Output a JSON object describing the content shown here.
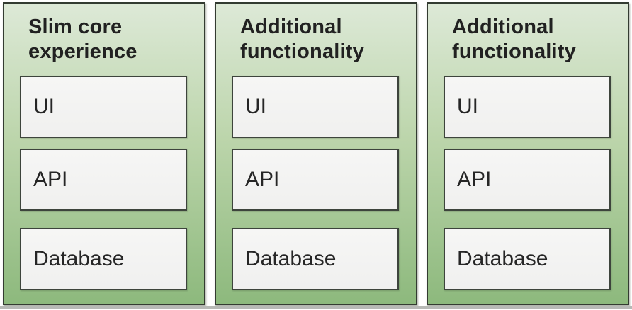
{
  "diagram": {
    "description": "Three-column architecture diagram comparing a slim core experience with additional functionality modules, each containing UI, API and Database layers",
    "panels": [
      {
        "title": "Slim core\nexperience",
        "boxes": [
          "UI",
          "API",
          "Database"
        ]
      },
      {
        "title": "Additional\nfunctionality",
        "boxes": [
          "UI",
          "API",
          "Database"
        ]
      },
      {
        "title": "Additional\nfunctionality",
        "boxes": [
          "UI",
          "API",
          "Database"
        ]
      }
    ],
    "colors": {
      "panel_gradient_top": "#dde9d7",
      "panel_gradient_bottom": "#8db97d",
      "panel_border": "#333b31",
      "box_fill": "#f3f3f2",
      "box_border": "#3d443c",
      "text": "#212121",
      "bottom_rule": "#b7b9b6",
      "page_background": "#ffffff"
    }
  }
}
